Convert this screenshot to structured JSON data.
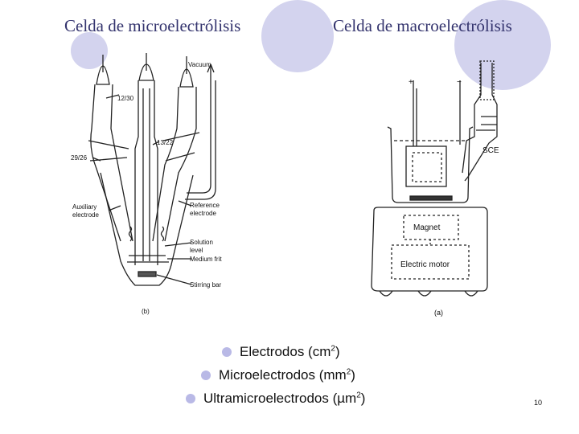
{
  "titles": {
    "left": "Celda de microelectrólisis",
    "right": "Celda de macroelectrólisis"
  },
  "micro_labels": {
    "vacuum": "Vacuum",
    "j1": "12/30",
    "j2": "13/22",
    "j3": "29/26",
    "aux1": "Auxiliary",
    "aux2": "electrode",
    "ref1": "Reference",
    "ref2": "electrode",
    "sol1": "Solution",
    "sol2": "level",
    "frit": "Medium frit",
    "stir": "Stirring bar",
    "fig": "(b)"
  },
  "macro_labels": {
    "plus": "+",
    "minus": "−",
    "sce": "SCE",
    "magnet": "Magnet",
    "motor": "Electric motor",
    "fig": "(a)"
  },
  "bullets": [
    {
      "text": "Electrodos (cm",
      "sup": "2",
      "tail": ")"
    },
    {
      "text": "Microelectrodos (mm",
      "sup": "2",
      "tail": ")"
    },
    {
      "text": "Ultramicroelectrodos (µm",
      "sup": "2",
      "tail": ")"
    }
  ],
  "slide_number": "10",
  "colors": {
    "title": "#34346e",
    "accent": "#d3d3ee",
    "bullet": "#b9b9e6"
  }
}
